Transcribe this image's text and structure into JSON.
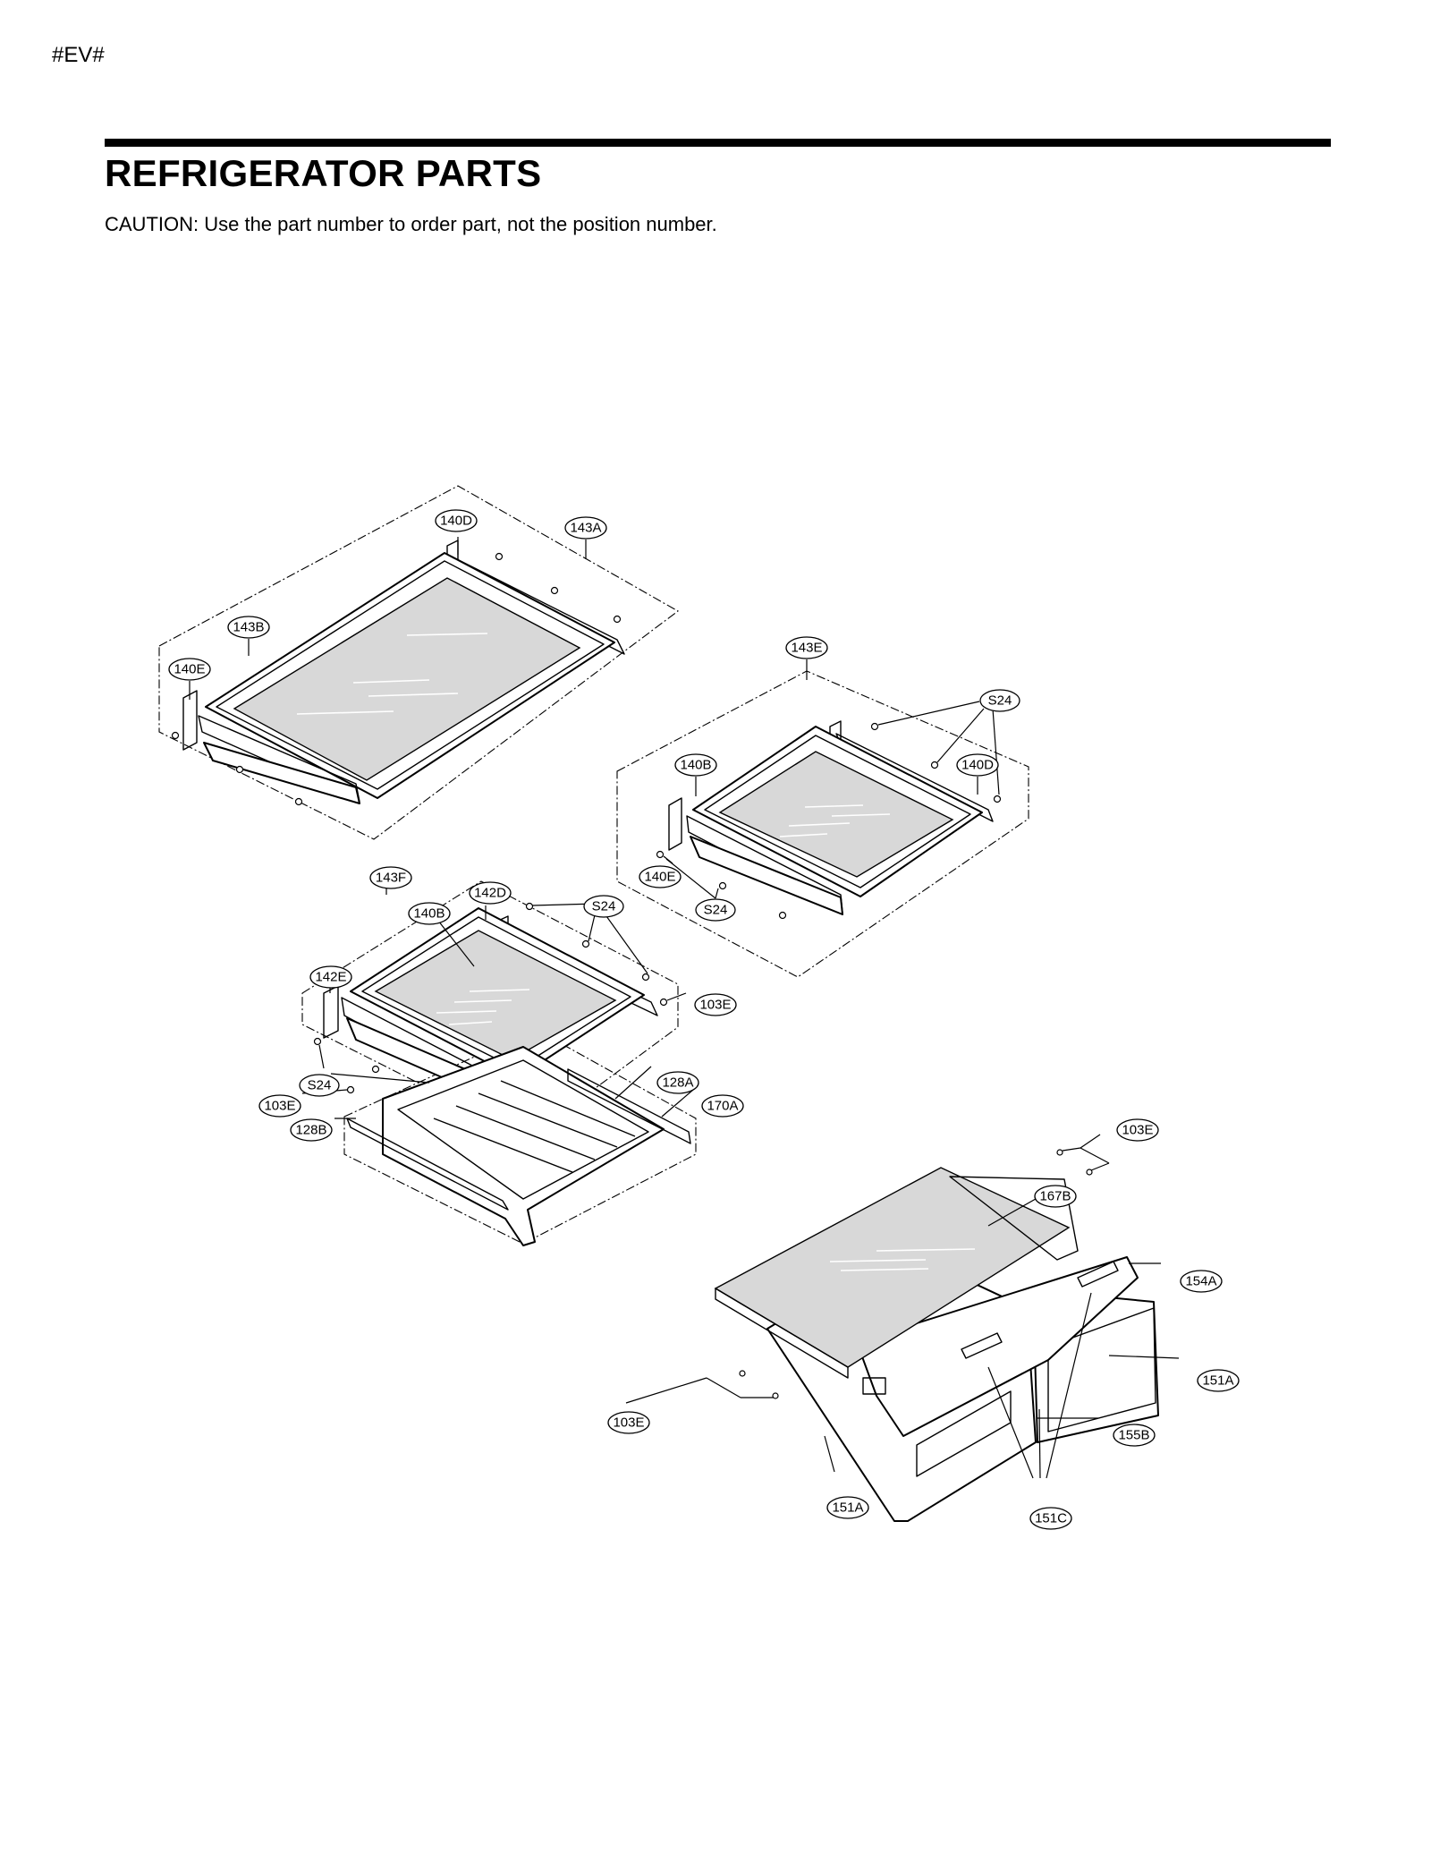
{
  "header": {
    "doc_code": "#EV#",
    "title": "REFRIGERATOR PARTS",
    "caution": "CAUTION: Use the part number to order part, not the position number."
  },
  "callouts": [
    {
      "id": "c1",
      "label": "140D"
    },
    {
      "id": "c2",
      "label": "143A"
    },
    {
      "id": "c3",
      "label": "143B"
    },
    {
      "id": "c4",
      "label": "140E"
    },
    {
      "id": "c5",
      "label": "143E"
    },
    {
      "id": "c6",
      "label": "S24"
    },
    {
      "id": "c7",
      "label": "140B"
    },
    {
      "id": "c8",
      "label": "140D"
    },
    {
      "id": "c9",
      "label": "140E"
    },
    {
      "id": "c10",
      "label": "S24"
    },
    {
      "id": "c11",
      "label": "143F"
    },
    {
      "id": "c12",
      "label": "142D"
    },
    {
      "id": "c13",
      "label": "140B"
    },
    {
      "id": "c14",
      "label": "S24"
    },
    {
      "id": "c15",
      "label": "142E"
    },
    {
      "id": "c16",
      "label": "103E"
    },
    {
      "id": "c17",
      "label": "S24"
    },
    {
      "id": "c18",
      "label": "103E"
    },
    {
      "id": "c19",
      "label": "128B"
    },
    {
      "id": "c20",
      "label": "128A"
    },
    {
      "id": "c21",
      "label": "170A"
    },
    {
      "id": "c22",
      "label": "103E"
    },
    {
      "id": "c23",
      "label": "167B"
    },
    {
      "id": "c24",
      "label": "154A"
    },
    {
      "id": "c25",
      "label": "151A"
    },
    {
      "id": "c26",
      "label": "155B"
    },
    {
      "id": "c27",
      "label": "103E"
    },
    {
      "id": "c28",
      "label": "151A"
    },
    {
      "id": "c29",
      "label": "151C"
    }
  ]
}
